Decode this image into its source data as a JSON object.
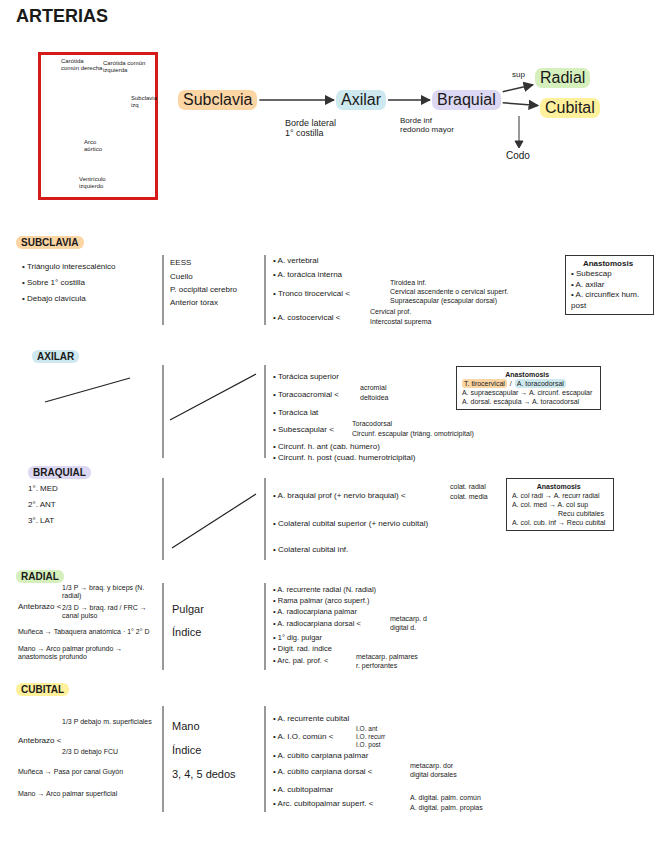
{
  "diagram": {
    "title": "ARTERIAS",
    "nodes": [
      {
        "text": [
          "Carótida común derecha",
          "Carótida común izquierda",
          "Subclavia izq",
          "Arco aórtico",
          "Ventrículo izquierdo"
        ]
      },
      {
        "text": [
          "Subclavia"
        ]
      },
      {
        "text": [
          "Axilar"
        ]
      },
      {
        "text": [
          "Braquial"
        ]
      },
      {
        "text": [
          "Radial"
        ]
      },
      {
        "text": [
          "Cubital"
        ]
      },
      {
        "text": [
          "SUBCLAVIA"
        ]
      },
      {
        "text": [
          "Anastomosis",
          "• Subescap",
          "• A. axilar",
          "• A. circunflex hum. post"
        ]
      },
      {
        "text": [
          "AXILAR"
        ]
      },
      {
        "text": [
          "Anastomosis",
          "T. tirocervical",
          "/",
          "A. toracodorsal",
          "A. supraescapular → A. circunf. escapular",
          "A. dorsal. escápula → A. toracodorsal"
        ]
      },
      {
        "text": [
          "BRAQUIAL"
        ]
      },
      {
        "text": [
          "Anastomosis",
          "A. col radi → A. recurr radial",
          "A. col. med → A. col sup",
          "Recu cubitales",
          "A. col. cub. inf → Recu cubital"
        ]
      },
      {
        "text": [
          "RADIAL"
        ]
      },
      {
        "text": [
          "CUBITAL"
        ]
      }
    ],
    "edges": [
      {
        "from": 1,
        "to": 2,
        "arrow": "to"
      },
      {
        "from": 2,
        "to": 3,
        "arrow": "to"
      },
      {
        "from": 3,
        "to": 4,
        "arrow": "to"
      },
      {
        "from": 3,
        "to": 5,
        "arrow": "to"
      }
    ],
    "labels": [
      "Borde lateral 1° costilla",
      "Borde inf redondo mayor",
      "sup",
      "Codo",
      "• Triángulo interescalénico",
      "• Sobre 1° costilla",
      "• Debajo clavícula",
      "EESS",
      "Cuello",
      "P. occipital cerebro",
      "Anterior tórax",
      "• A. vertebral",
      "• A. torácica interna",
      "• Tronco tirocervical <",
      "Tiroidea inf.",
      "Cervical ascendente o cervical superf.",
      "Supraescapular (escapular dorsal)",
      "• A. costocervical <",
      "Cervical prof.",
      "Intercostal suprema",
      "• Torácica superior",
      "• Toracoacromial <",
      "acromial",
      "deltoidea",
      "• Torácica lat",
      "• Subescapular <",
      "Toracodorsal",
      "Circunf. escapular (triáng. omotricipital)",
      "• Circunf. h. ant (cab. húmero)",
      "• Circunf. h. post (cuad. humerotricipital)",
      "1°. MED",
      "2°. ANT",
      "3°. LAT",
      "• A. braquial prof (+ nervio braquial) <",
      "colat. radial",
      "colat. media",
      "• Colateral cubital superior (+ nervio cubital)",
      "• Colateral cubital inf.",
      "Antebrazo <",
      "1/3 P → braq. y bíceps (N. radial)",
      "2/3 D → braq. rad / FRC → canal pulso",
      "Muñeca → Tabaquera anatómica · 1° 2° D",
      "Mano → Arco palmar profundo → anastomosis profundo",
      "Pulgar",
      "Índice",
      "• A. recurrente radial (N. radial)",
      "• Rama palmar (arco superf.)",
      "• A. radiocarpiana palmar",
      "• A. radiocarpiana dorsal <",
      "metacarp. d",
      "digital d.",
      "• 1° dig. pulgar",
      "• Digit. rad. índice",
      "• Arc. pal. prof. <",
      "metacarp. palmares",
      "r. perforantes",
      "Antebrazo <",
      "1/3 P debajo m. superficiales",
      "2/3 D debajo FCU",
      "Muñeca → Pasa por canal Guyón",
      "Mano → Arco palmar superficial",
      "Mano",
      "Índice",
      "3, 4, 5 dedos",
      "• A. recurrente cubital",
      "• A. I.O. común <",
      "I.O. ant",
      "I.O. recurr",
      "I.O. post",
      "• A. cúbito carpiana palmar",
      "• A. cúbito carpiana dorsal <",
      "metacarp. dor",
      "digital dorsales",
      "• A. cubitopalmar",
      "• Arc. cubitopalmar superf. <",
      "A. digital. palm. común",
      "A. digital. palm. propias"
    ]
  }
}
